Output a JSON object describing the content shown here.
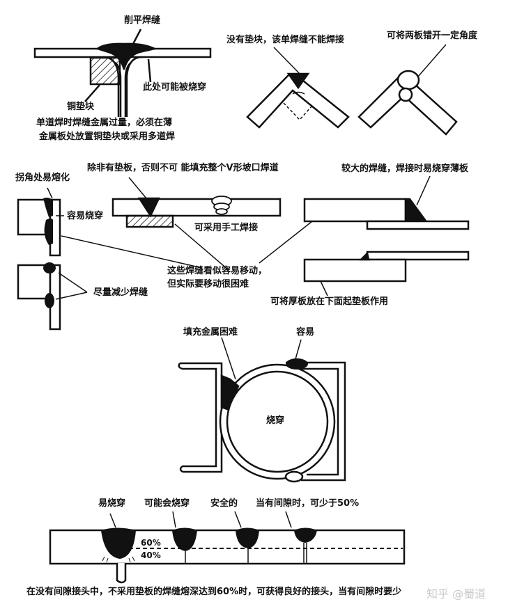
{
  "figure": {
    "panel_tjoint": {
      "title_label": "削平焊缝",
      "burn_label": "此处可能被烧穿",
      "backing_label": "铜垫块",
      "note_line1": "单道焊时焊缝金属过量，必须在薄",
      "note_line2": "金属板处放置铜垫块或采用多道焊"
    },
    "panel_corner_bad": {
      "label": "没有垫块，该单焊缝不能焊接"
    },
    "panel_corner_offset": {
      "label": "可将两板错开一定角度"
    },
    "panel_edge": {
      "melt_label": "拐角处易熔化",
      "burn_label": "容易烧穿",
      "reduce_label": "尽量减少焊缝"
    },
    "panel_vgroove": {
      "label": "除非有垫板，否则不可 能填充整个V形坡口焊道",
      "manual_label": "可采用手工焊接"
    },
    "center_note": {
      "line1": "这些焊缝看似容易移动，",
      "line2": "但实际要移动很困难"
    },
    "panel_lap": {
      "top_label": "较大的焊缝，焊接时易烧穿薄板",
      "bottom_label": "可将厚板放在下面起垫板作用"
    },
    "panel_tube": {
      "fill_label": "填充金属困难",
      "easy_label": "容易",
      "center_label": "烧穿"
    },
    "panel_penetration": {
      "labels": [
        "易烧穿",
        "可能会烧穿",
        "安全的",
        "当有间隙时，可少于50%"
      ],
      "pct_top": "60%",
      "pct_bottom": "40%"
    },
    "caption": "在没有间隙接头中，不采用垫板的焊缝熔深达到60%时，可获得良好的接头，当有间隙时要少",
    "watermark": "知乎 @蜀道"
  }
}
